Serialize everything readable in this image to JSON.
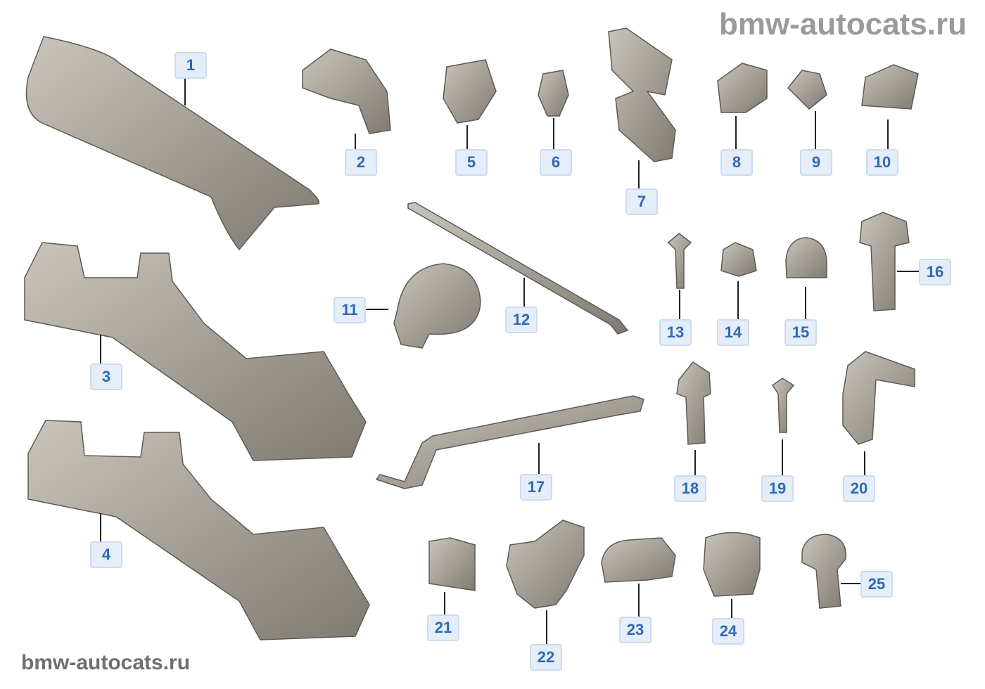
{
  "watermarks": {
    "top": "bmw-autocats.ru",
    "bottom": "bmw-autocats.ru"
  },
  "colors": {
    "label_text": "#2d6ab3",
    "label_bg": "#e4edf8",
    "part": "#9a948b"
  },
  "callouts": [
    "1",
    "2",
    "3",
    "4",
    "5",
    "6",
    "7",
    "8",
    "9",
    "10",
    "11",
    "12",
    "13",
    "14",
    "15",
    "16",
    "17",
    "18",
    "19",
    "20",
    "21",
    "22",
    "23",
    "24",
    "25"
  ]
}
